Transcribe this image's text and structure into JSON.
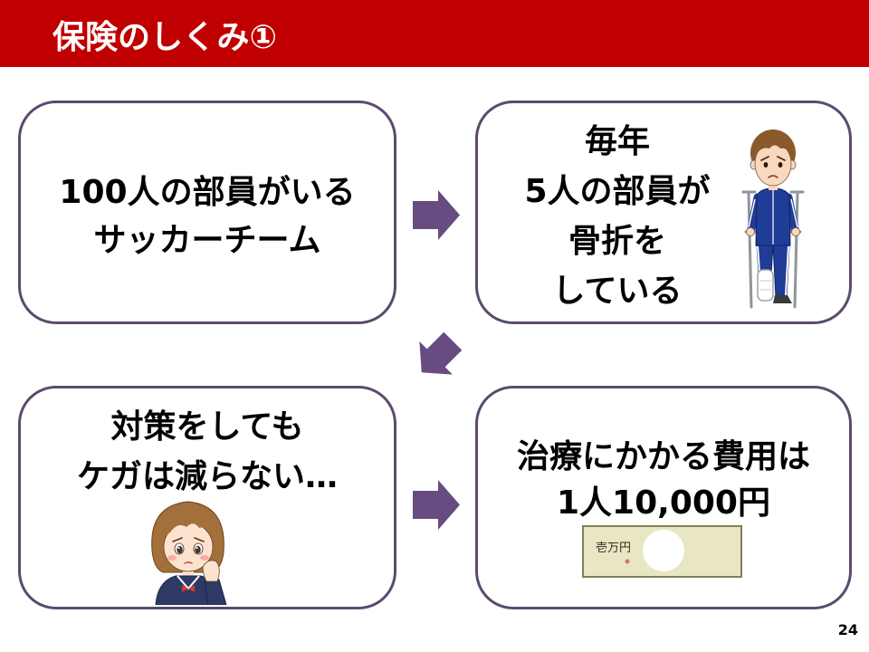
{
  "slide": {
    "title": "保険のしくみ①",
    "page_number": "24"
  },
  "colors": {
    "header_bg": "#C00000",
    "title_text": "#FFFFFF",
    "box_border": "#5C4A6E",
    "arrow_fill": "#684B81",
    "body_text": "#000000",
    "slide_bg": "#FFFFFF"
  },
  "boxes": [
    {
      "lines": [
        "100人の部員がいる",
        "サッカーチーム"
      ]
    },
    {
      "lines": [
        "毎年",
        "5人の部員が",
        "骨折を",
        "している"
      ],
      "icon": "injured-boy-on-crutches-icon"
    },
    {
      "lines": [
        "対策をしても",
        "ケガは減らない…"
      ],
      "icon": "worried-girl-icon"
    },
    {
      "lines": [
        "治療にかかる費用は",
        "1人10,000円"
      ],
      "icon": "banknote-icon",
      "banknote_label": "壱万円"
    }
  ],
  "arrows": [
    {
      "icon": "arrow-right-icon"
    },
    {
      "icon": "arrow-down-left-icon"
    },
    {
      "icon": "arrow-right-icon"
    }
  ]
}
